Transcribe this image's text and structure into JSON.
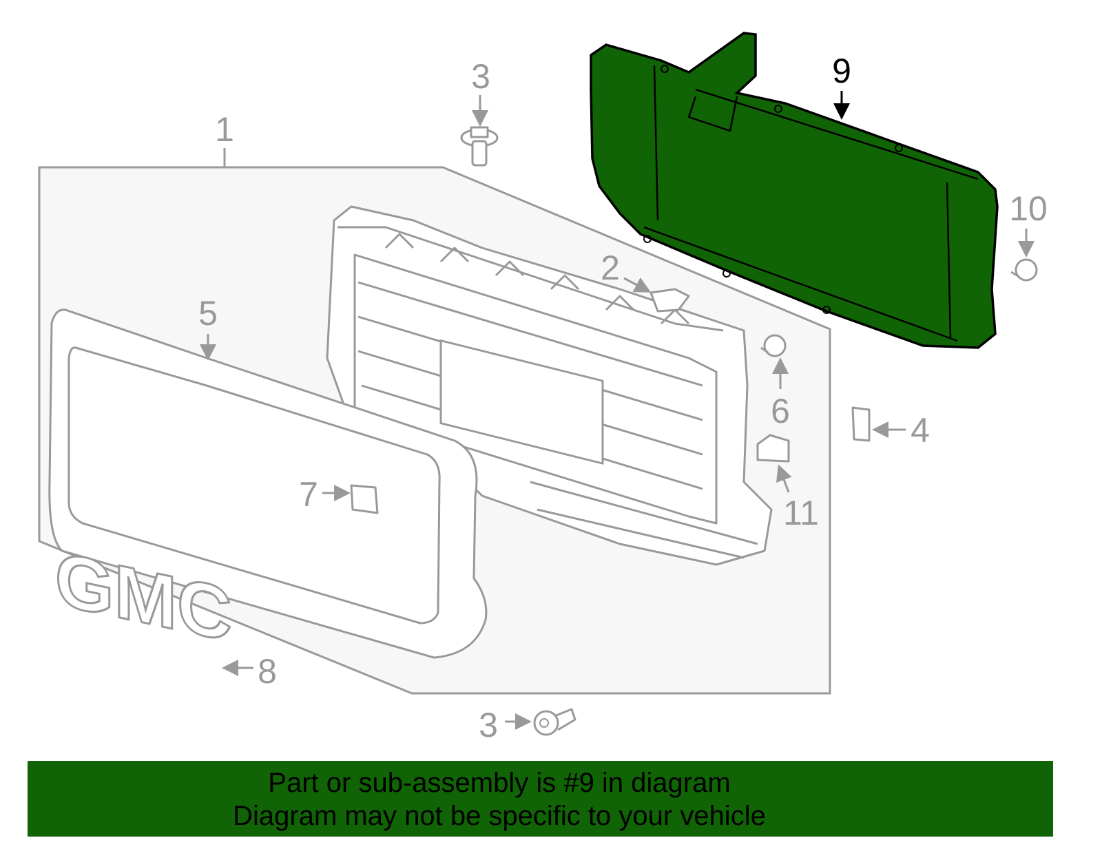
{
  "diagram": {
    "highlight_color": "#116405",
    "line_color": "#999999",
    "callouts": [
      {
        "label": "1"
      },
      {
        "label": "2"
      },
      {
        "label": "3"
      },
      {
        "label": "3"
      },
      {
        "label": "4"
      },
      {
        "label": "5"
      },
      {
        "label": "6"
      },
      {
        "label": "7"
      },
      {
        "label": "8"
      },
      {
        "label": "9"
      },
      {
        "label": "10"
      },
      {
        "label": "11"
      }
    ],
    "emblem_text": "GMC"
  },
  "banner": {
    "line1": "Part or sub-assembly is #9 in diagram",
    "line2": "Diagram may not be specific to your vehicle"
  }
}
